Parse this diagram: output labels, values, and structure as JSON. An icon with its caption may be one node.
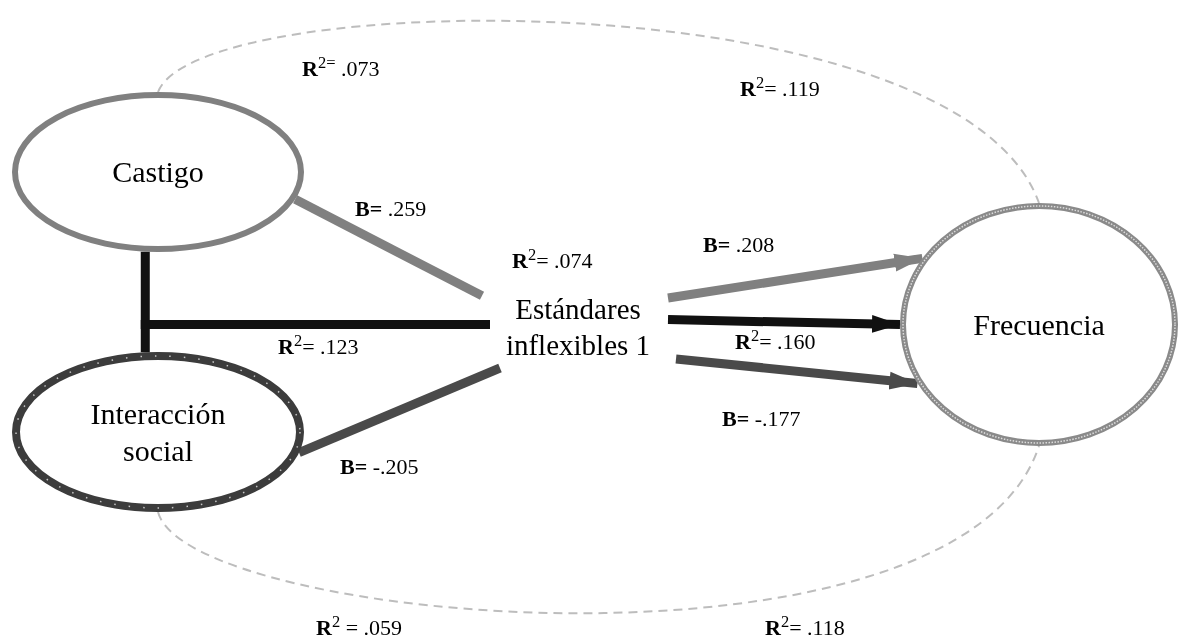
{
  "diagram": {
    "nodes": [
      {
        "text": [
          "Castigo"
        ]
      },
      {
        "text": [
          "Interacción social"
        ]
      },
      {
        "text": [
          "Estándares inflexibles 1"
        ],
        "beside": [
          "**R**$^{2}$= .074"
        ]
      },
      {
        "text": [
          "Frecuencia"
        ]
      }
    ],
    "edges": [
      {
        "from": 0,
        "to": 2,
        "arrow": "none",
        "label": "**B=** .259",
        "color": "#808080"
      },
      {
        "from": 0,
        "to": 2,
        "arrow": "none",
        "color": "#111111"
      },
      {
        "from": 1,
        "to": 2,
        "arrow": "none",
        "color": "#111111"
      },
      {
        "from": 1,
        "to": 2,
        "arrow": "none",
        "label": "**B=** -.205",
        "color": "#4a4a4a"
      },
      {
        "from": 2,
        "to": 3,
        "arrow": "to",
        "label": "**B=** .208",
        "color": "#808080"
      },
      {
        "from": 2,
        "to": 3,
        "arrow": "to",
        "color": "#111111"
      },
      {
        "from": 2,
        "to": 3,
        "arrow": "to",
        "label": "**B=** -.177",
        "color": "#4a4a4a"
      },
      {
        "from": 0,
        "to": 3,
        "arrow": "none",
        "style": "dashed",
        "color": "#bdbdbd"
      },
      {
        "from": 1,
        "to": 3,
        "arrow": "none",
        "style": "dashed",
        "color": "#bdbdbd"
      }
    ],
    "labels": [
      "**R**$^{2=}$ .073",
      "**R**$^{2}$= .119",
      "**R**$^{2}$= .123",
      "**R**$^{2}$= .160",
      "**R**$^{2}$ = .059",
      "**R**$^{2}$= .118"
    ]
  }
}
